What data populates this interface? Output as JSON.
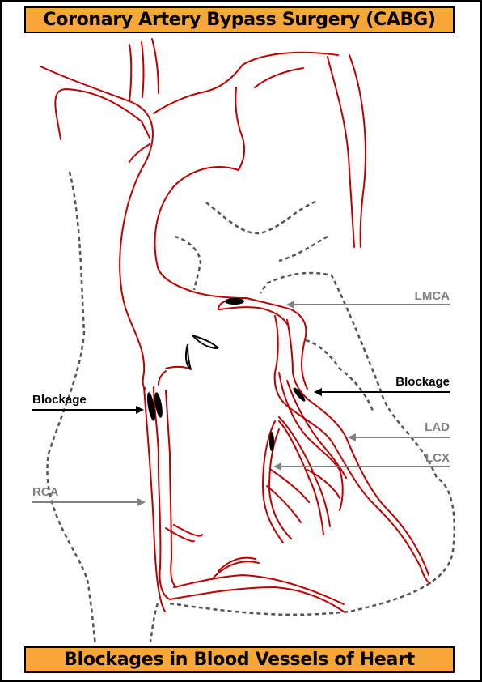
{
  "title": "Coronary Artery Bypass Surgery (CABG)",
  "subtitle": "Blockages in Blood Vessels of Heart",
  "labels": {
    "lmca": "LMCA",
    "lad": "LAD",
    "lcx": "LCX",
    "rca": "RCA",
    "blockage_left": "Blockage",
    "blockage_right": "Blockage"
  },
  "colors": {
    "banner": "#f7a638",
    "vessel": "#c00000",
    "outline": "#555555",
    "label_gray": "#808080",
    "label_black": "#000000"
  }
}
